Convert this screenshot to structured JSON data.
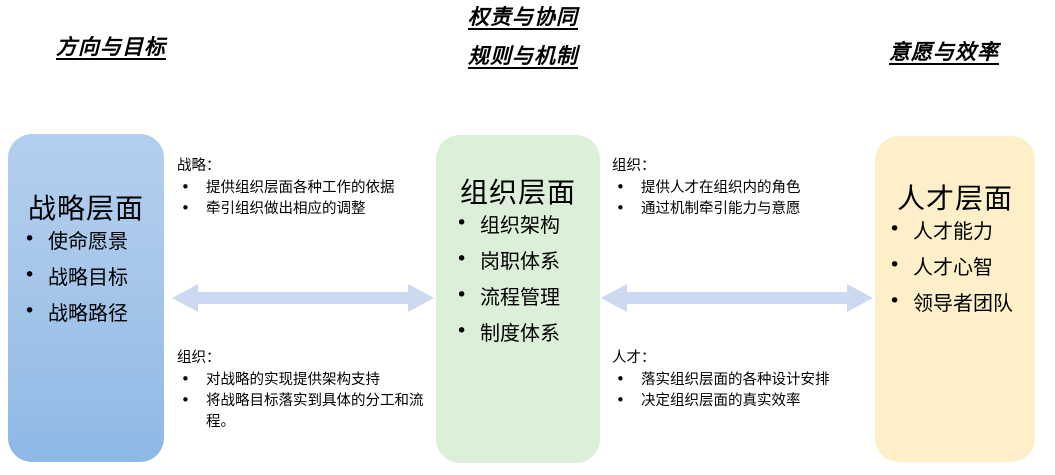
{
  "headers": {
    "left": "方向与目标",
    "middle_line1": "权责与协同",
    "middle_line2": "规则与机制",
    "right": "意愿与效率"
  },
  "boxes": {
    "strategy": {
      "title": "战略层面",
      "fill_color": "#a6c6ea",
      "items": [
        "使命愿景",
        "战略目标",
        "战略路径"
      ]
    },
    "organization": {
      "title": "组织层面",
      "fill_color": "#dcefd8",
      "items": [
        "组织架构",
        "岗职体系",
        "流程管理",
        "制度体系"
      ]
    },
    "talent": {
      "title": "人才层面",
      "fill_color": "#fdf0c9",
      "items": [
        "人才能力",
        "人才心智",
        "领导者团队"
      ]
    }
  },
  "notes": {
    "strategy": {
      "title": "战略：",
      "items": [
        "提供组织层面各种工作的依据",
        "牵引组织做出相应的调整"
      ]
    },
    "organization": {
      "title": "组织：",
      "items": [
        "对战略的实现提供架构支持",
        "将战略目标落实到具体的分工和流程。"
      ]
    },
    "organization_right": {
      "title": "组织：",
      "items": [
        "提供人才在组织内的角色",
        "通过机制牵引能力与意愿"
      ]
    },
    "talent": {
      "title": "人才：",
      "items": [
        "落实组织层面的各种设计安排",
        "决定组织层面的真实效率"
      ]
    }
  },
  "arrows": {
    "left": {
      "name": "双向箭头",
      "color": "#ccd9f0"
    },
    "right": {
      "name": "双向箭头",
      "color": "#ccd9f0"
    }
  }
}
